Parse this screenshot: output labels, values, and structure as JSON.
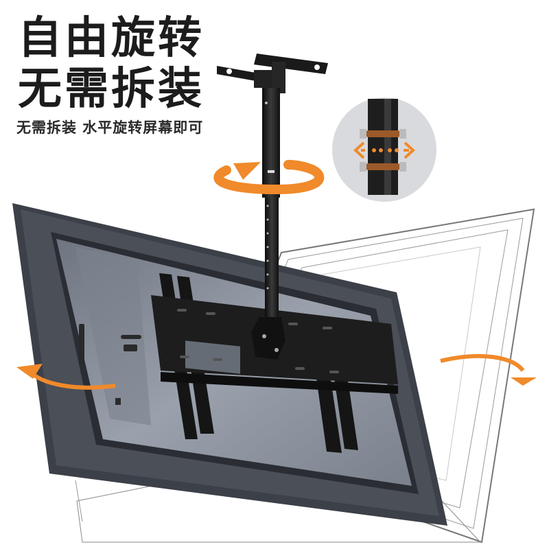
{
  "headline": {
    "line1": "自由旋转",
    "line2": "无需拆装"
  },
  "subheadline": "无需拆装  水平旋转屏幕即可",
  "product": {
    "name": "ceiling-tv-mount",
    "parts": [
      "ceiling-plate",
      "telescoping-pole",
      "tilt-joint",
      "vesa-plate",
      "tv-brackets"
    ]
  },
  "detail_callout": {
    "icon": "pole-clamp-detail",
    "arrow": "double-arrow-horizontal"
  },
  "colors": {
    "accent_orange": "#f08a2a",
    "text_dark": "#1c1c1c",
    "tv_frame": "#3c4048",
    "tv_back": "#8a909c",
    "mount_black": "#1a1a1a",
    "callout_circle": "#d9dadd"
  }
}
